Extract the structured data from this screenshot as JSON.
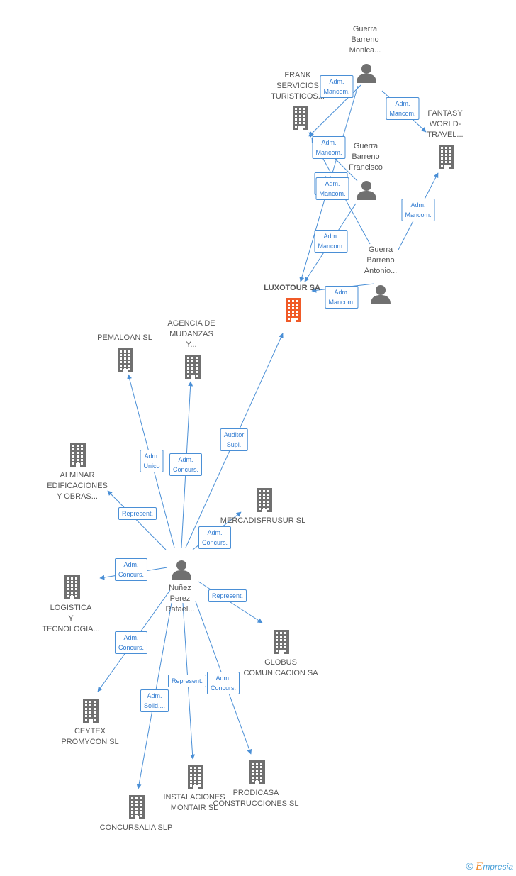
{
  "colors": {
    "edge": "#4a8fd6",
    "node": "#707070",
    "main_node": "#f05a28",
    "label_text": "#555555"
  },
  "nodes": [
    {
      "id": "luxotour",
      "label": "LUXOTOUR SA",
      "icon": "building-icon",
      "main": true
    },
    {
      "id": "frank",
      "label": "FRANK\nSERVICIOS\nTURISTICOS...",
      "icon": "building-icon"
    },
    {
      "id": "fantasy",
      "label": "FANTASY\nWORLD-\nTRAVEL...",
      "icon": "building-icon"
    },
    {
      "id": "monica",
      "label": "Guerra\nBarreno\nMonica...",
      "icon": "person-icon"
    },
    {
      "id": "francisco",
      "label": "Guerra\nBarreno\nFrancisco",
      "icon": "person-icon"
    },
    {
      "id": "antonio",
      "label": "Guerra\nBarreno\nAntonio...",
      "icon": "person-icon"
    },
    {
      "id": "pemaloan",
      "label": "PEMALOAN SL",
      "icon": "building-icon"
    },
    {
      "id": "mudanzas",
      "label": "AGENCIA DE\nMUDANZAS\nY...",
      "icon": "building-icon"
    },
    {
      "id": "alminar",
      "label": "ALMINAR\nEDIFICACIONES\nY OBRAS...",
      "icon": "building-icon"
    },
    {
      "id": "mercadis",
      "label": "MERCADISFRUSUR SL",
      "icon": "building-icon"
    },
    {
      "id": "nunez",
      "label": "Nuñez\nPerez\nRafael...",
      "icon": "person-icon"
    },
    {
      "id": "logistica",
      "label": "LOGISTICA\nY\nTECNOLOGIA...",
      "icon": "building-icon"
    },
    {
      "id": "globus",
      "label": "GLOBUS\nCOMUNICACION SA",
      "icon": "building-icon"
    },
    {
      "id": "ceytex",
      "label": "CEYTEX\nPROMYCON SL",
      "icon": "building-icon"
    },
    {
      "id": "instalaciones",
      "label": "INSTALACIONES\nMONTAIR SL",
      "icon": "building-icon"
    },
    {
      "id": "prodicasa",
      "label": "PRODICASA\nCONSTRUCCIONES SL",
      "icon": "building-icon"
    },
    {
      "id": "concursalia",
      "label": "CONCURSALIA SLP",
      "icon": "building-icon"
    }
  ],
  "edges": [
    {
      "from": "monica",
      "to": "frank",
      "label": "Adm.\nMancom."
    },
    {
      "from": "monica",
      "to": "fantasy",
      "label": "Adm.\nMancom."
    },
    {
      "from": "monica",
      "to": "luxotour",
      "label": "Adm.\nMancom."
    },
    {
      "from": "francisco",
      "to": "frank",
      "label": "Adm.\nMancom."
    },
    {
      "from": "francisco",
      "to": "luxotour",
      "label": "Adm.\nMancom."
    },
    {
      "from": "antonio",
      "to": "frank",
      "label": "Adm.\nMancom."
    },
    {
      "from": "antonio",
      "to": "fantasy",
      "label": "Adm.\nMancom."
    },
    {
      "from": "antonio",
      "to": "luxotour",
      "label": "Adm.\nMancom."
    },
    {
      "from": "nunez",
      "to": "luxotour",
      "label": "Auditor\nSupl."
    },
    {
      "from": "nunez",
      "to": "pemaloan",
      "label": "Adm.\nUnico"
    },
    {
      "from": "nunez",
      "to": "mudanzas",
      "label": "Adm.\nConcurs."
    },
    {
      "from": "nunez",
      "to": "alminar",
      "label": "Represent."
    },
    {
      "from": "nunez",
      "to": "mercadis",
      "label": "Adm.\nConcurs."
    },
    {
      "from": "nunez",
      "to": "logistica",
      "label": "Adm.\nConcurs."
    },
    {
      "from": "nunez",
      "to": "globus",
      "label": "Represent."
    },
    {
      "from": "nunez",
      "to": "ceytex",
      "label": "Adm.\nConcurs."
    },
    {
      "from": "nunez",
      "to": "instalaciones",
      "label": "Represent."
    },
    {
      "from": "nunez",
      "to": "prodicasa",
      "label": "Adm.\nConcurs."
    },
    {
      "from": "nunez",
      "to": "concursalia",
      "label": "Adm.\nSolid...."
    }
  ],
  "copyright": {
    "symbol": "©",
    "brand_initial": "E",
    "brand_rest": "mpresia"
  }
}
